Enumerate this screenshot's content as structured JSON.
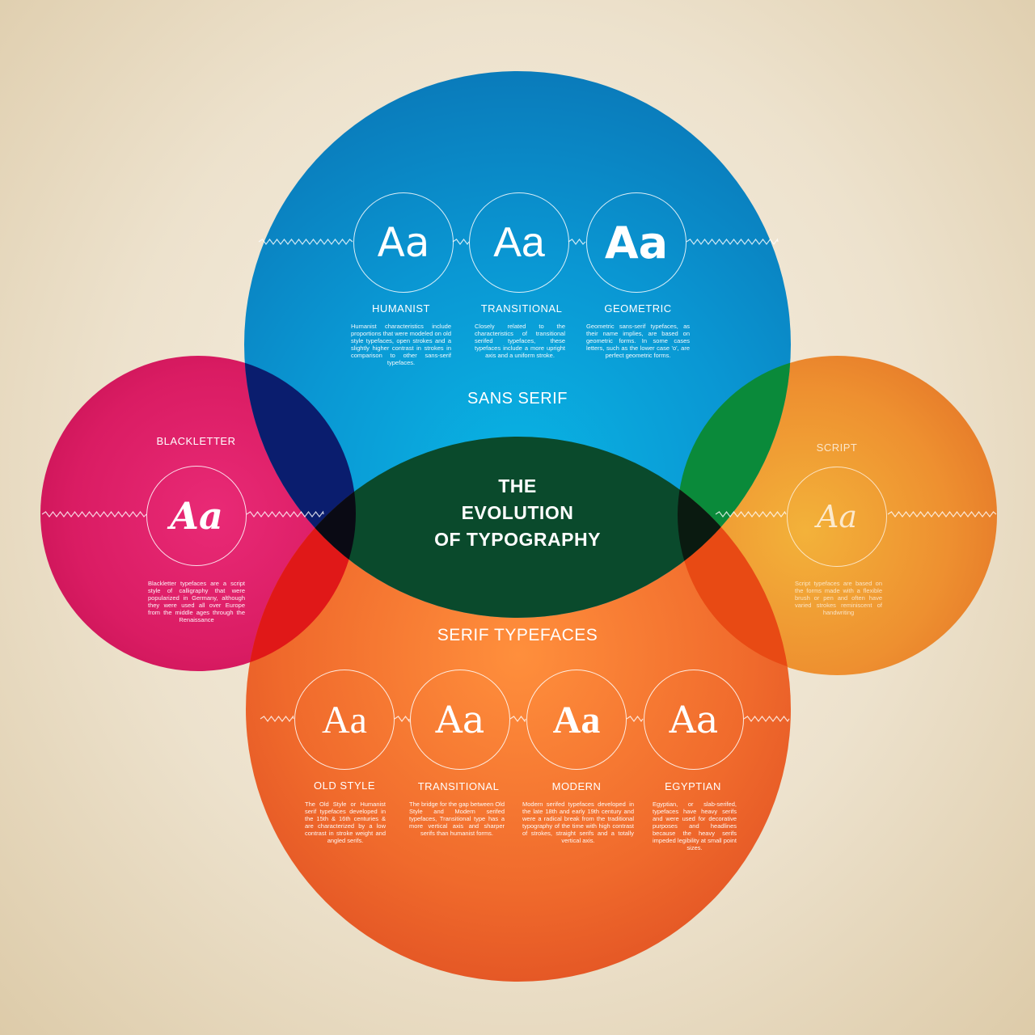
{
  "title_lines": [
    "THE",
    "EVOLUTION",
    "OF TYPOGRAPHY"
  ],
  "sans_serif": {
    "heading": "SANS SERIF",
    "items": [
      {
        "glyph": "Aa",
        "label": "HUMANIST",
        "text": "Humanist characteristics include proportions that were modeled on old style typefaces, open strokes and a slightly higher contrast in strokes in comparison to other sans-serif typefaces."
      },
      {
        "glyph": "Aa",
        "label": "TRANSITIONAL",
        "text": "Closely related to the characteristics of transitional serifed typefaces, these typefaces include a more upright axis and a uniform stroke."
      },
      {
        "glyph": "Aa",
        "label": "GEOMETRIC",
        "text": "Geometric sans-serif typefaces, as their name implies, are based on geometric forms. In some cases letters, such as the lower case 'o', are perfect geometric forms."
      }
    ]
  },
  "serif": {
    "heading": "SERIF TYPEFACES",
    "items": [
      {
        "glyph": "Aa",
        "label": "OLD STYLE",
        "text": "The Old Style or Humanist serif typefaces developed in the 15th & 16th centuries & are characterized by a low contrast in stroke weight and angled serifs."
      },
      {
        "glyph": "Aa",
        "label": "TRANSITIONAL",
        "text": "The bridge for the gap between Old Style and Modern serifed typefaces, Transitional type has a more vertical axis and sharper serifs than humanist forms."
      },
      {
        "glyph": "Aa",
        "label": "MODERN",
        "text": "Modern serifed typefaces developed in the late 18th and early 19th century and were a radical break from the traditional typography of the time with high contrast of strokes, straight serifs and a totally vertical axis."
      },
      {
        "glyph": "Aa",
        "label": "EGYPTIAN",
        "text": "Egyptian, or slab-serifed, typefaces have heavy serifs and were used for decorative purposes and headlines because the heavy serifs impeded legibility at small point sizes."
      }
    ]
  },
  "blackletter": {
    "label": "BLACKLETTER",
    "glyph": "Aa",
    "text": "Blackletter typefaces are a script style of calligraphy that were popularized in Germany, although they were used all over Europe from the middle ages through the Renaissance"
  },
  "script": {
    "label": "SCRIPT",
    "glyph": "Aa",
    "text": "Script typefaces are based on the forms made with a flexible brush or pen and often have varied strokes reminiscent of handwriting"
  },
  "colors": {
    "sans_serif": "#0a97d3",
    "serif": "#f06a2c",
    "blackletter": "#da1c63",
    "script": "#ee9030",
    "center": "#0a4a2c",
    "overlap_blue_pink": "#0a1d6e",
    "overlap_blue_yellow": "#0a8a3a",
    "overlap_orange_pink": "#e01818",
    "overlap_orange_yellow": "#e84a14"
  }
}
